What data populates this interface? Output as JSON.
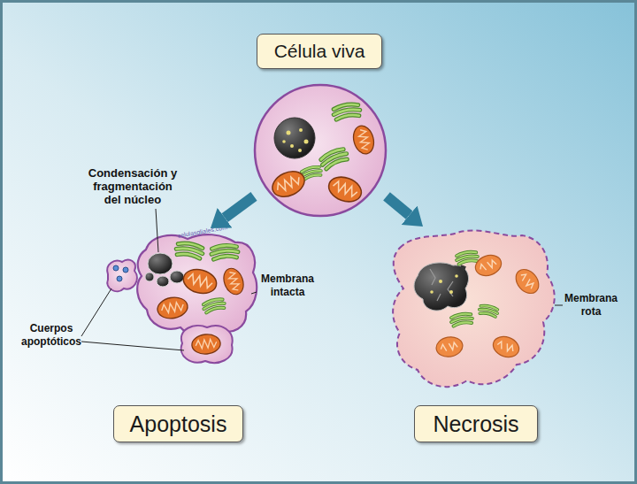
{
  "diagram": {
    "nodes": [
      {
        "text": [
          "Célula viva"
        ]
      },
      {
        "text": [
          "Apoptosis"
        ]
      },
      {
        "text": [
          "Necrosis"
        ]
      }
    ],
    "edges": [
      {
        "from": 0,
        "to": 1,
        "arrow": "to"
      },
      {
        "from": 0,
        "to": 2,
        "arrow": "to"
      }
    ],
    "labels": [
      "Condensación y fragmentación del núcleo",
      "celulasgliales.com",
      "Membrana intacta",
      "Cuerpos apoptóticos",
      "Membrana rota"
    ]
  }
}
